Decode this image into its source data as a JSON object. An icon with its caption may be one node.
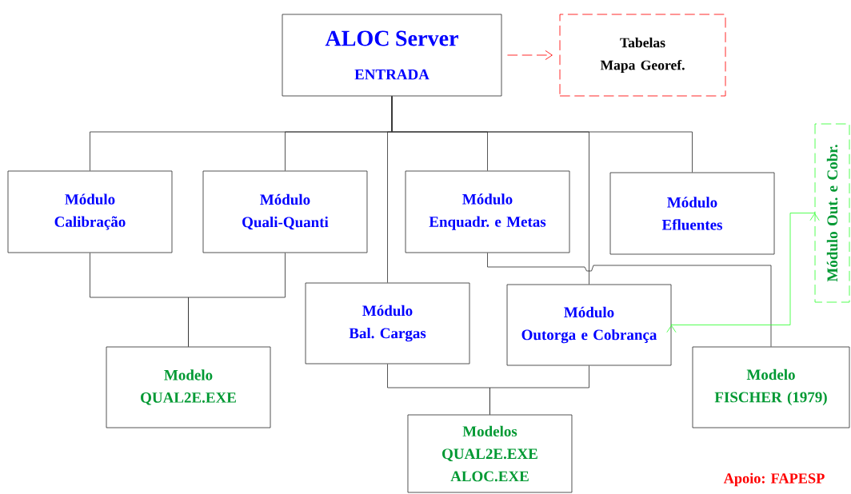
{
  "diagram": {
    "nodes": [
      {
        "text": [
          "ALOC Server",
          "ENTRADA"
        ]
      },
      {
        "text": [
          "Tabelas",
          "Mapa Georef."
        ]
      },
      {
        "text": [
          "Módulo",
          "Calibração"
        ]
      },
      {
        "text": [
          "Módulo",
          "Quali-Quanti"
        ]
      },
      {
        "text": [
          "Módulo",
          "Enquadr. e Metas"
        ]
      },
      {
        "text": [
          "Módulo",
          "Efluentes"
        ]
      },
      {
        "text": [
          "Módulo Out. e Cobr."
        ]
      },
      {
        "text": [
          "Módulo",
          "Bal. Cargas"
        ]
      },
      {
        "text": [
          "Módulo",
          "Outorga e Cobrança"
        ]
      },
      {
        "text": [
          "Modelo",
          "QUAL2E.EXE"
        ]
      },
      {
        "text": [
          "Modelo",
          "FISCHER (1979)"
        ]
      },
      {
        "text": [
          "Modelos",
          "QUAL2E.EXE",
          "ALOC.EXE"
        ]
      }
    ],
    "edges": [
      {
        "from": 0,
        "to": 1,
        "arrow": "to",
        "style": "dashed",
        "color": "#ff0000"
      },
      {
        "from": 0,
        "to": 2,
        "arrow": "none"
      },
      {
        "from": 0,
        "to": 3,
        "arrow": "none"
      },
      {
        "from": 0,
        "to": 4,
        "arrow": "none"
      },
      {
        "from": 0,
        "to": 5,
        "arrow": "none"
      },
      {
        "from": 0,
        "to": 7,
        "arrow": "none"
      },
      {
        "from": 0,
        "to": 8,
        "arrow": "none"
      },
      {
        "from": 2,
        "to": 9,
        "arrow": "none"
      },
      {
        "from": 3,
        "to": 9,
        "arrow": "none"
      },
      {
        "from": 4,
        "to": 10,
        "arrow": "none"
      },
      {
        "from": 7,
        "to": 11,
        "arrow": "none"
      },
      {
        "from": 8,
        "to": 11,
        "arrow": "none"
      },
      {
        "from": 6,
        "to": 8,
        "arrow": "both",
        "color": "#33ff33"
      }
    ],
    "labels": [
      "Apoio: FAPESP"
    ]
  }
}
